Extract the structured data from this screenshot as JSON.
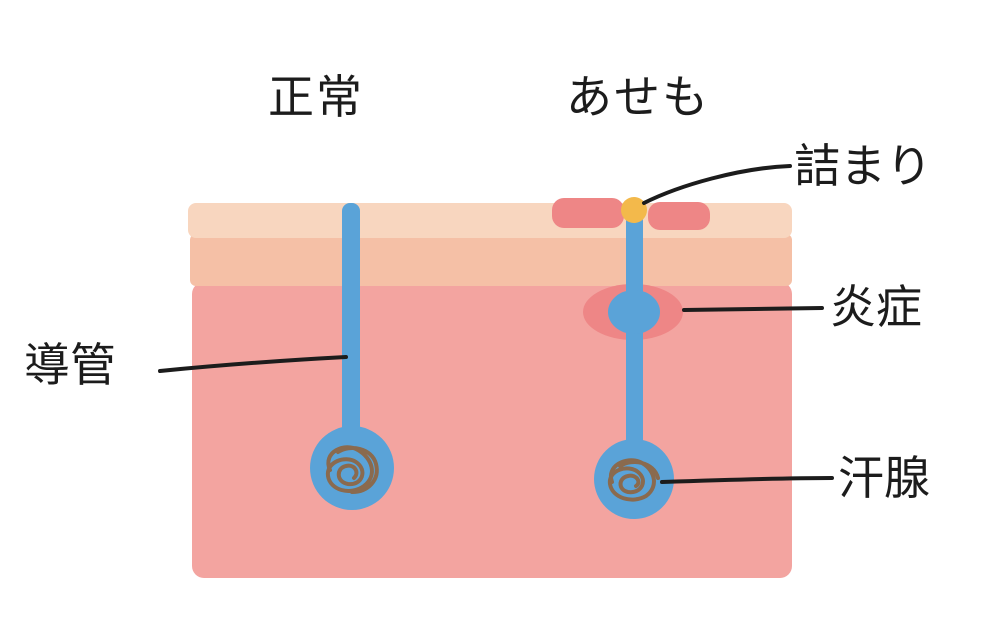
{
  "labels": {
    "normal": "正常",
    "asemo": "あせも",
    "clog": "詰まり",
    "inflammation": "炎症",
    "duct": "導管",
    "sweat_gland": "汗腺"
  },
  "colors": {
    "epidermis_top": "#f8d6bf",
    "epidermis_mid": "#f5c0a6",
    "dermis": "#f3a4a0",
    "inflammation": "#ee8686",
    "duct": "#5aa3d8",
    "gland_coil": "#8a6a4e",
    "clog": "#f3b94b",
    "line": "#1c1c1c"
  }
}
